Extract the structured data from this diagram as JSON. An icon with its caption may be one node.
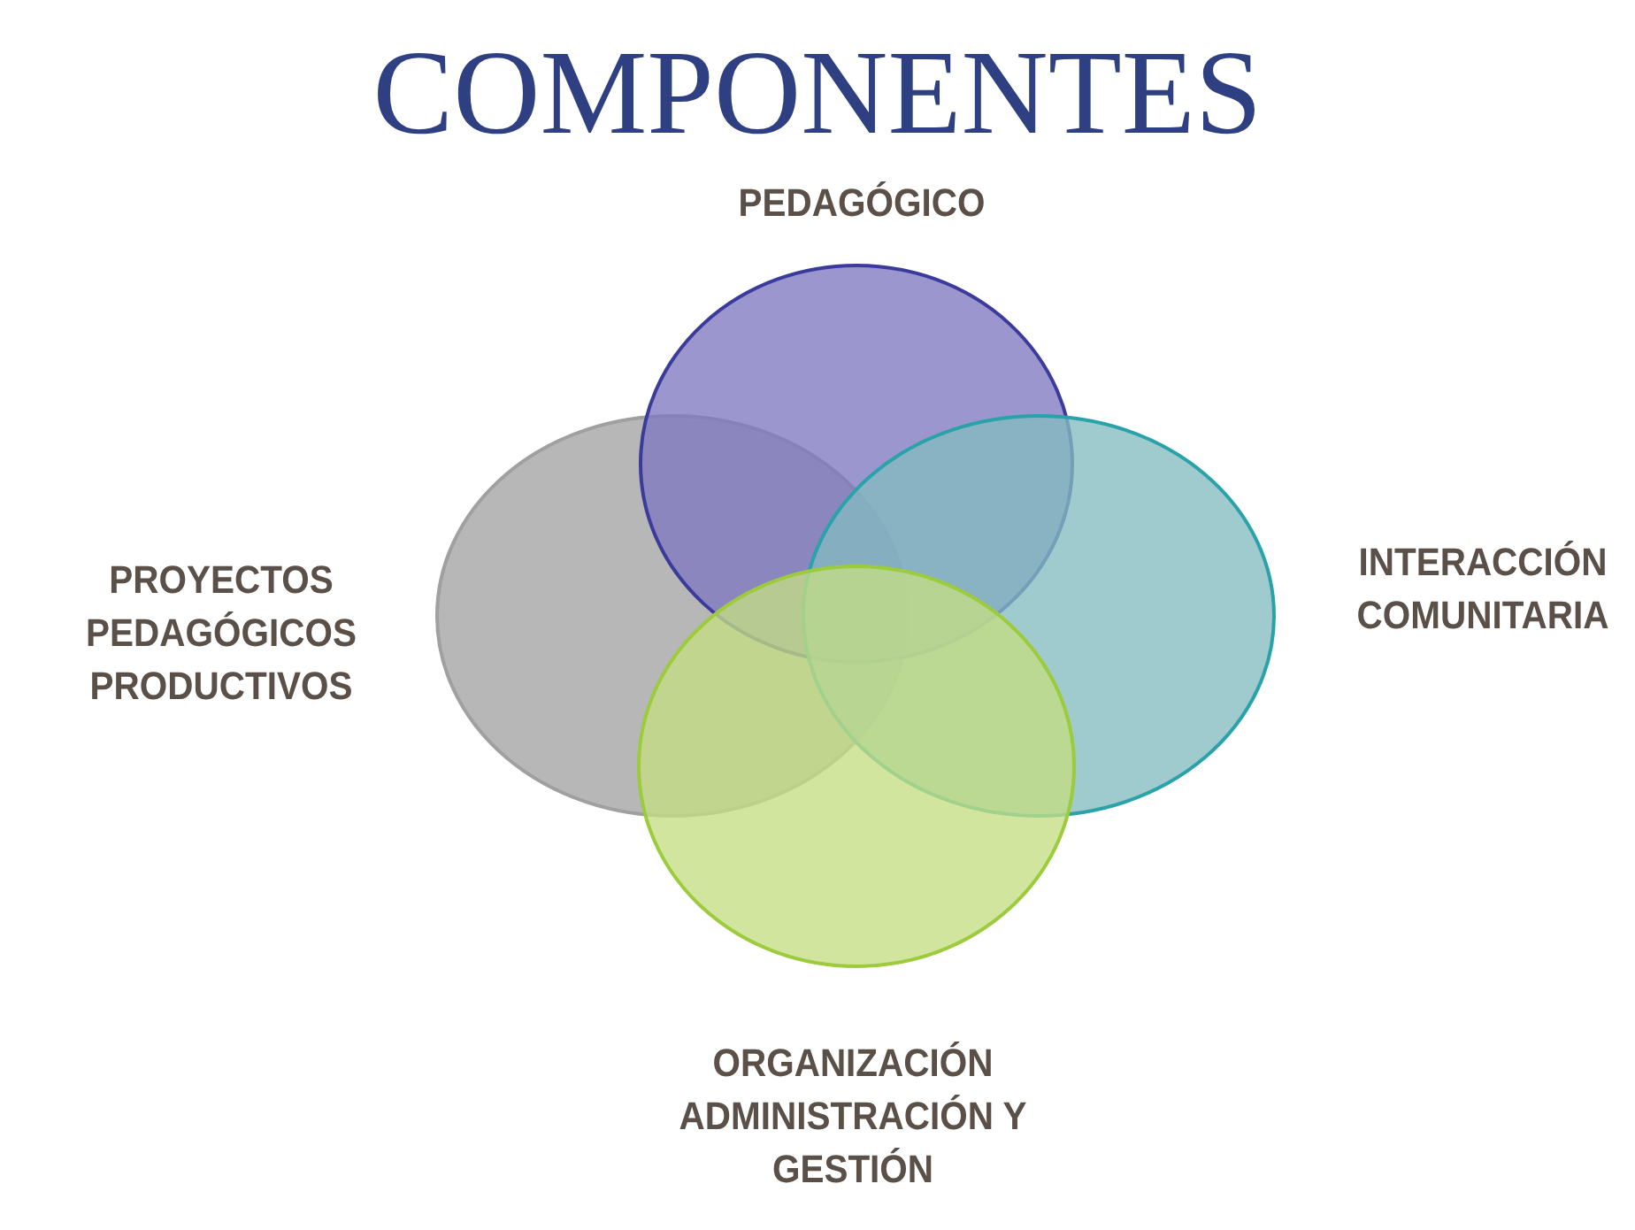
{
  "diagram": {
    "title": "COMPONENTES",
    "nodes": [
      {
        "text": [
          "PEDAGÓGICO"
        ]
      },
      {
        "text": [
          "PROYECTOS PEDAGÓGICOS PRODUCTIVOS"
        ]
      },
      {
        "text": [
          "INTERACCIÓN COMUNITARIA"
        ]
      },
      {
        "text": [
          "ORGANIZACIÓN ADMINISTRACIÓN Y GESTIÓN"
        ]
      }
    ]
  }
}
